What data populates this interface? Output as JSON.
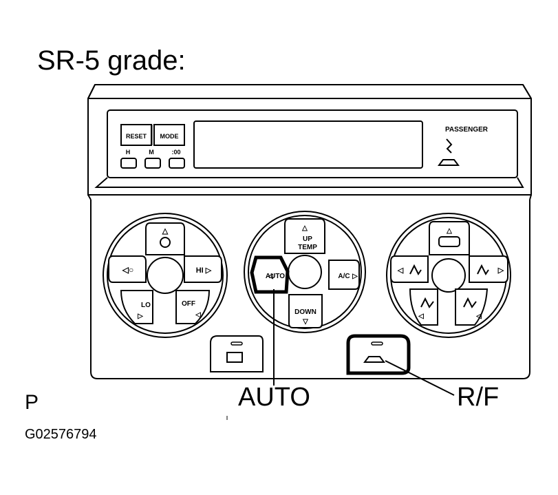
{
  "title": "SR-5 grade:",
  "callouts": {
    "auto": "AUTO",
    "rf": "R/F"
  },
  "corner_mark": "P",
  "figure_id": "G02576794",
  "display_panel": {
    "reset_button": "RESET",
    "mode_button": "MODE",
    "clock_labels": [
      "H",
      "M",
      ":00"
    ],
    "passenger_label": "PASSENGER"
  },
  "left_dial": {
    "top": "△",
    "left": "◁○",
    "right": "HI ▷",
    "bottom_left": "LO",
    "bottom_right": "OFF"
  },
  "center_dial": {
    "up_label": "UP",
    "temp_label": "TEMP",
    "left_label": "AUTO",
    "right_label": "A/C",
    "down_label": "DOWN"
  },
  "right_dial": {
    "top": "△",
    "left": "◁",
    "right": "▷"
  }
}
